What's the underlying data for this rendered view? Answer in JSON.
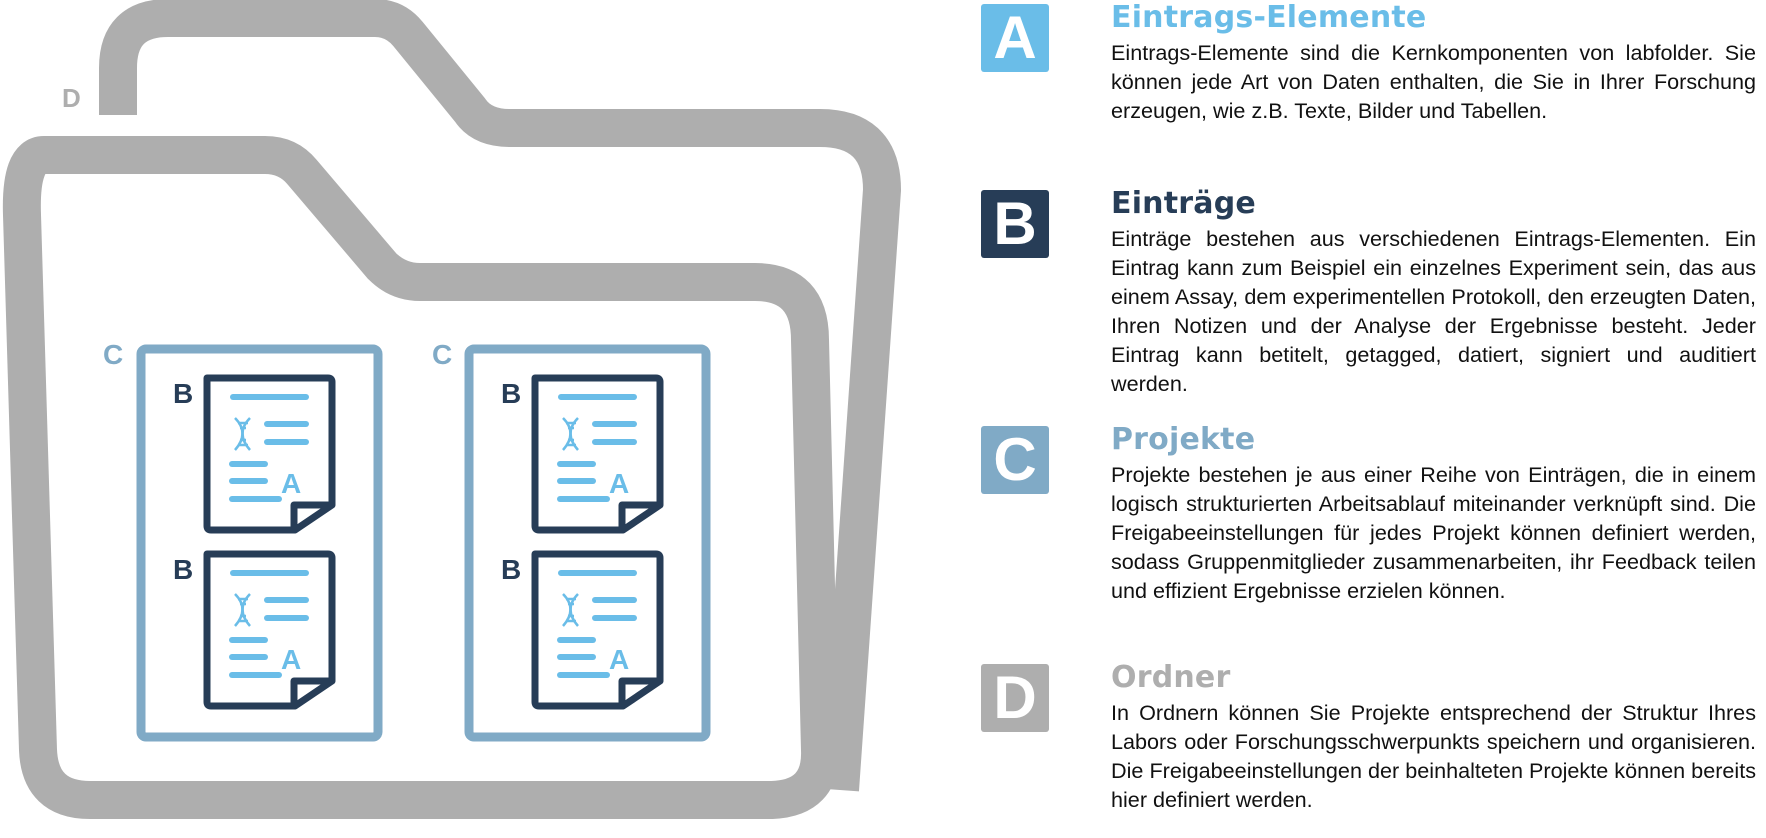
{
  "colors": {
    "a": "#6abde8",
    "b": "#273d57",
    "c": "#80aac6",
    "d": "#aeaeae"
  },
  "diagram": {
    "folder_label": "D",
    "project_label": "C",
    "entry_label": "B",
    "element_label": "A",
    "element_icon": "dna-icon"
  },
  "legend": [
    {
      "badge": "A",
      "title": "Eintrags-Elemente",
      "text": "Eintrags-Elemente sind die Kernkomponenten von labfolder. Sie können jede Art von Daten enthalten, die Sie in Ihrer Forschung erzeugen, wie z.B. Texte, Bilder und Tabellen."
    },
    {
      "badge": "B",
      "title": "Einträge",
      "text": "Einträge bestehen aus verschiedenen Eintrags-Elementen. Ein Eintrag kann zum Beispiel ein einzelnes Experiment sein, das aus einem Assay, dem experimentellen Protokoll, den erzeugten Daten, Ihren Notizen und der Analyse der Ergebnisse besteht. Jeder Eintrag kann betitelt, getagged, datiert, signiert und auditiert werden."
    },
    {
      "badge": "C",
      "title": "Projekte",
      "text": "Projekte bestehen je aus einer Reihe von Einträgen, die in einem logisch strukturierten Arbeitsablauf miteinander verknüpft sind. Die Freigabeeinstellungen für jedes Projekt können definiert werden, sodass Gruppenmitglieder zusammenarbeiten, ihr Feedback teilen und effizient Ergebnisse erzielen können."
    },
    {
      "badge": "D",
      "title": "Ordner",
      "text": "In Ordnern können Sie Projekte entsprechend der Struktur Ihres Labors oder Forschungsschwerpunkts speichern und organisieren. Die Freigabeeinstellungen der beinhalteten Projekte können bereits hier definiert werden."
    }
  ]
}
